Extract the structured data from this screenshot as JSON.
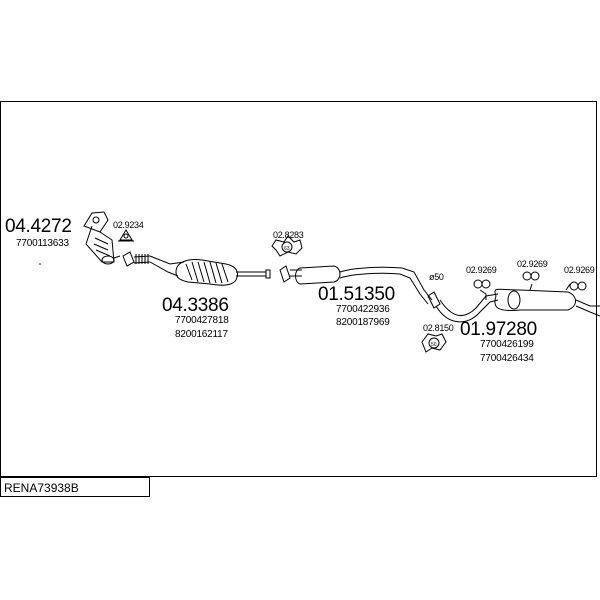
{
  "diagram": {
    "reference": "RENA73938B",
    "parts": [
      {
        "code": "04.4272",
        "oem": [
          "7700113633"
        ]
      },
      {
        "code": "02.9234",
        "oem": []
      },
      {
        "code": "04.3386",
        "oem": [
          "7700427818",
          "8200162117"
        ]
      },
      {
        "code": "02.8283",
        "oem": []
      },
      {
        "code": "01.51350",
        "oem": [
          "7700422936",
          "8200187969"
        ]
      },
      {
        "code": "01.97280",
        "oem": [
          "7700426199",
          "7700426434"
        ]
      },
      {
        "code": "02.8150",
        "oem": []
      },
      {
        "code": "02.9269",
        "oem": []
      }
    ],
    "diameter_note": "ø50",
    "gasket_mark_1": "63",
    "gasket_mark_2": "50"
  }
}
